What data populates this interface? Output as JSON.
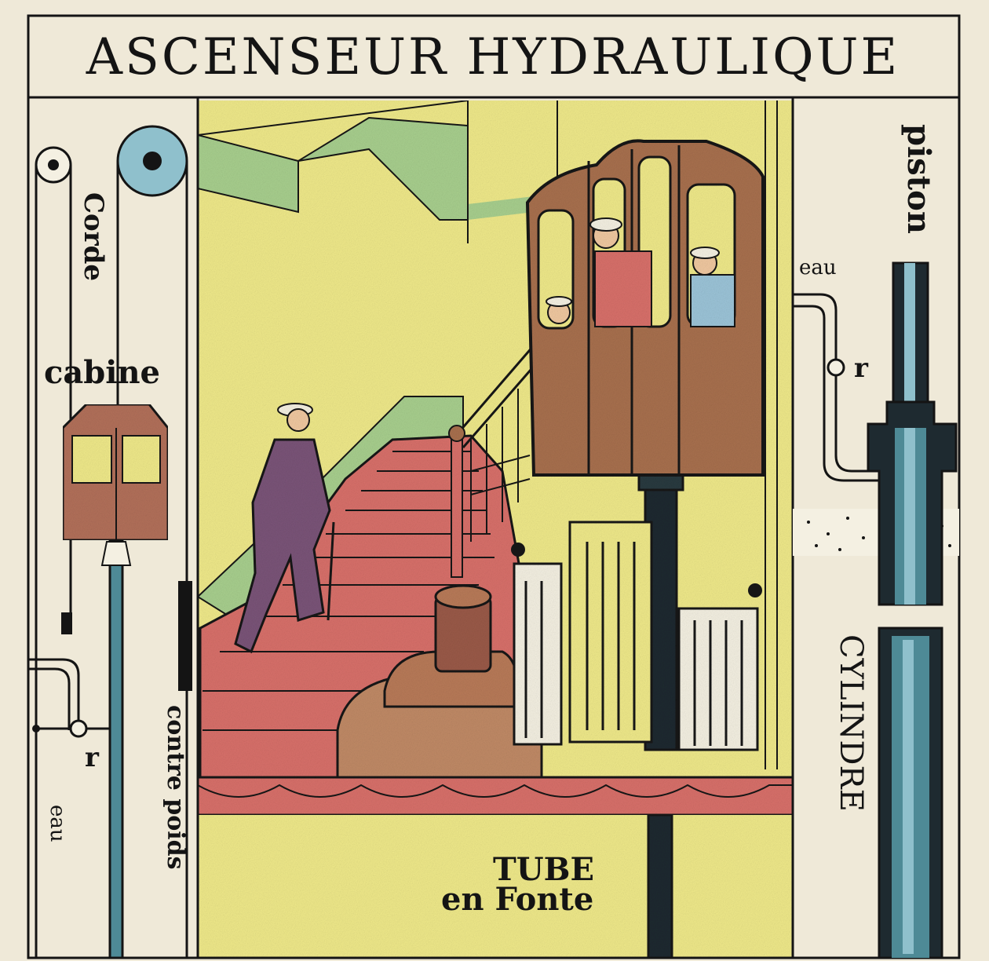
{
  "title": "ASCENSEUR HYDRAULIQUE",
  "labels": {
    "corde": "Corde",
    "cabine": "cabine",
    "r_left": "r",
    "eau_left": "eau",
    "contre_poids": "contre poids",
    "tube_line1": "TUBE",
    "tube_line2": "en Fonte",
    "eau_right": "eau",
    "r_right": "r",
    "piston": "piston",
    "cylindre": "CYLINDRE"
  },
  "colors": {
    "paper": "#efe9d8",
    "ink": "#141414",
    "yellow": "#efe98a",
    "green": "#a8cf8e",
    "red": "#d8706a",
    "brown": "#a8704e",
    "blue": "#8fc0cc",
    "purple": "#7a5478"
  }
}
